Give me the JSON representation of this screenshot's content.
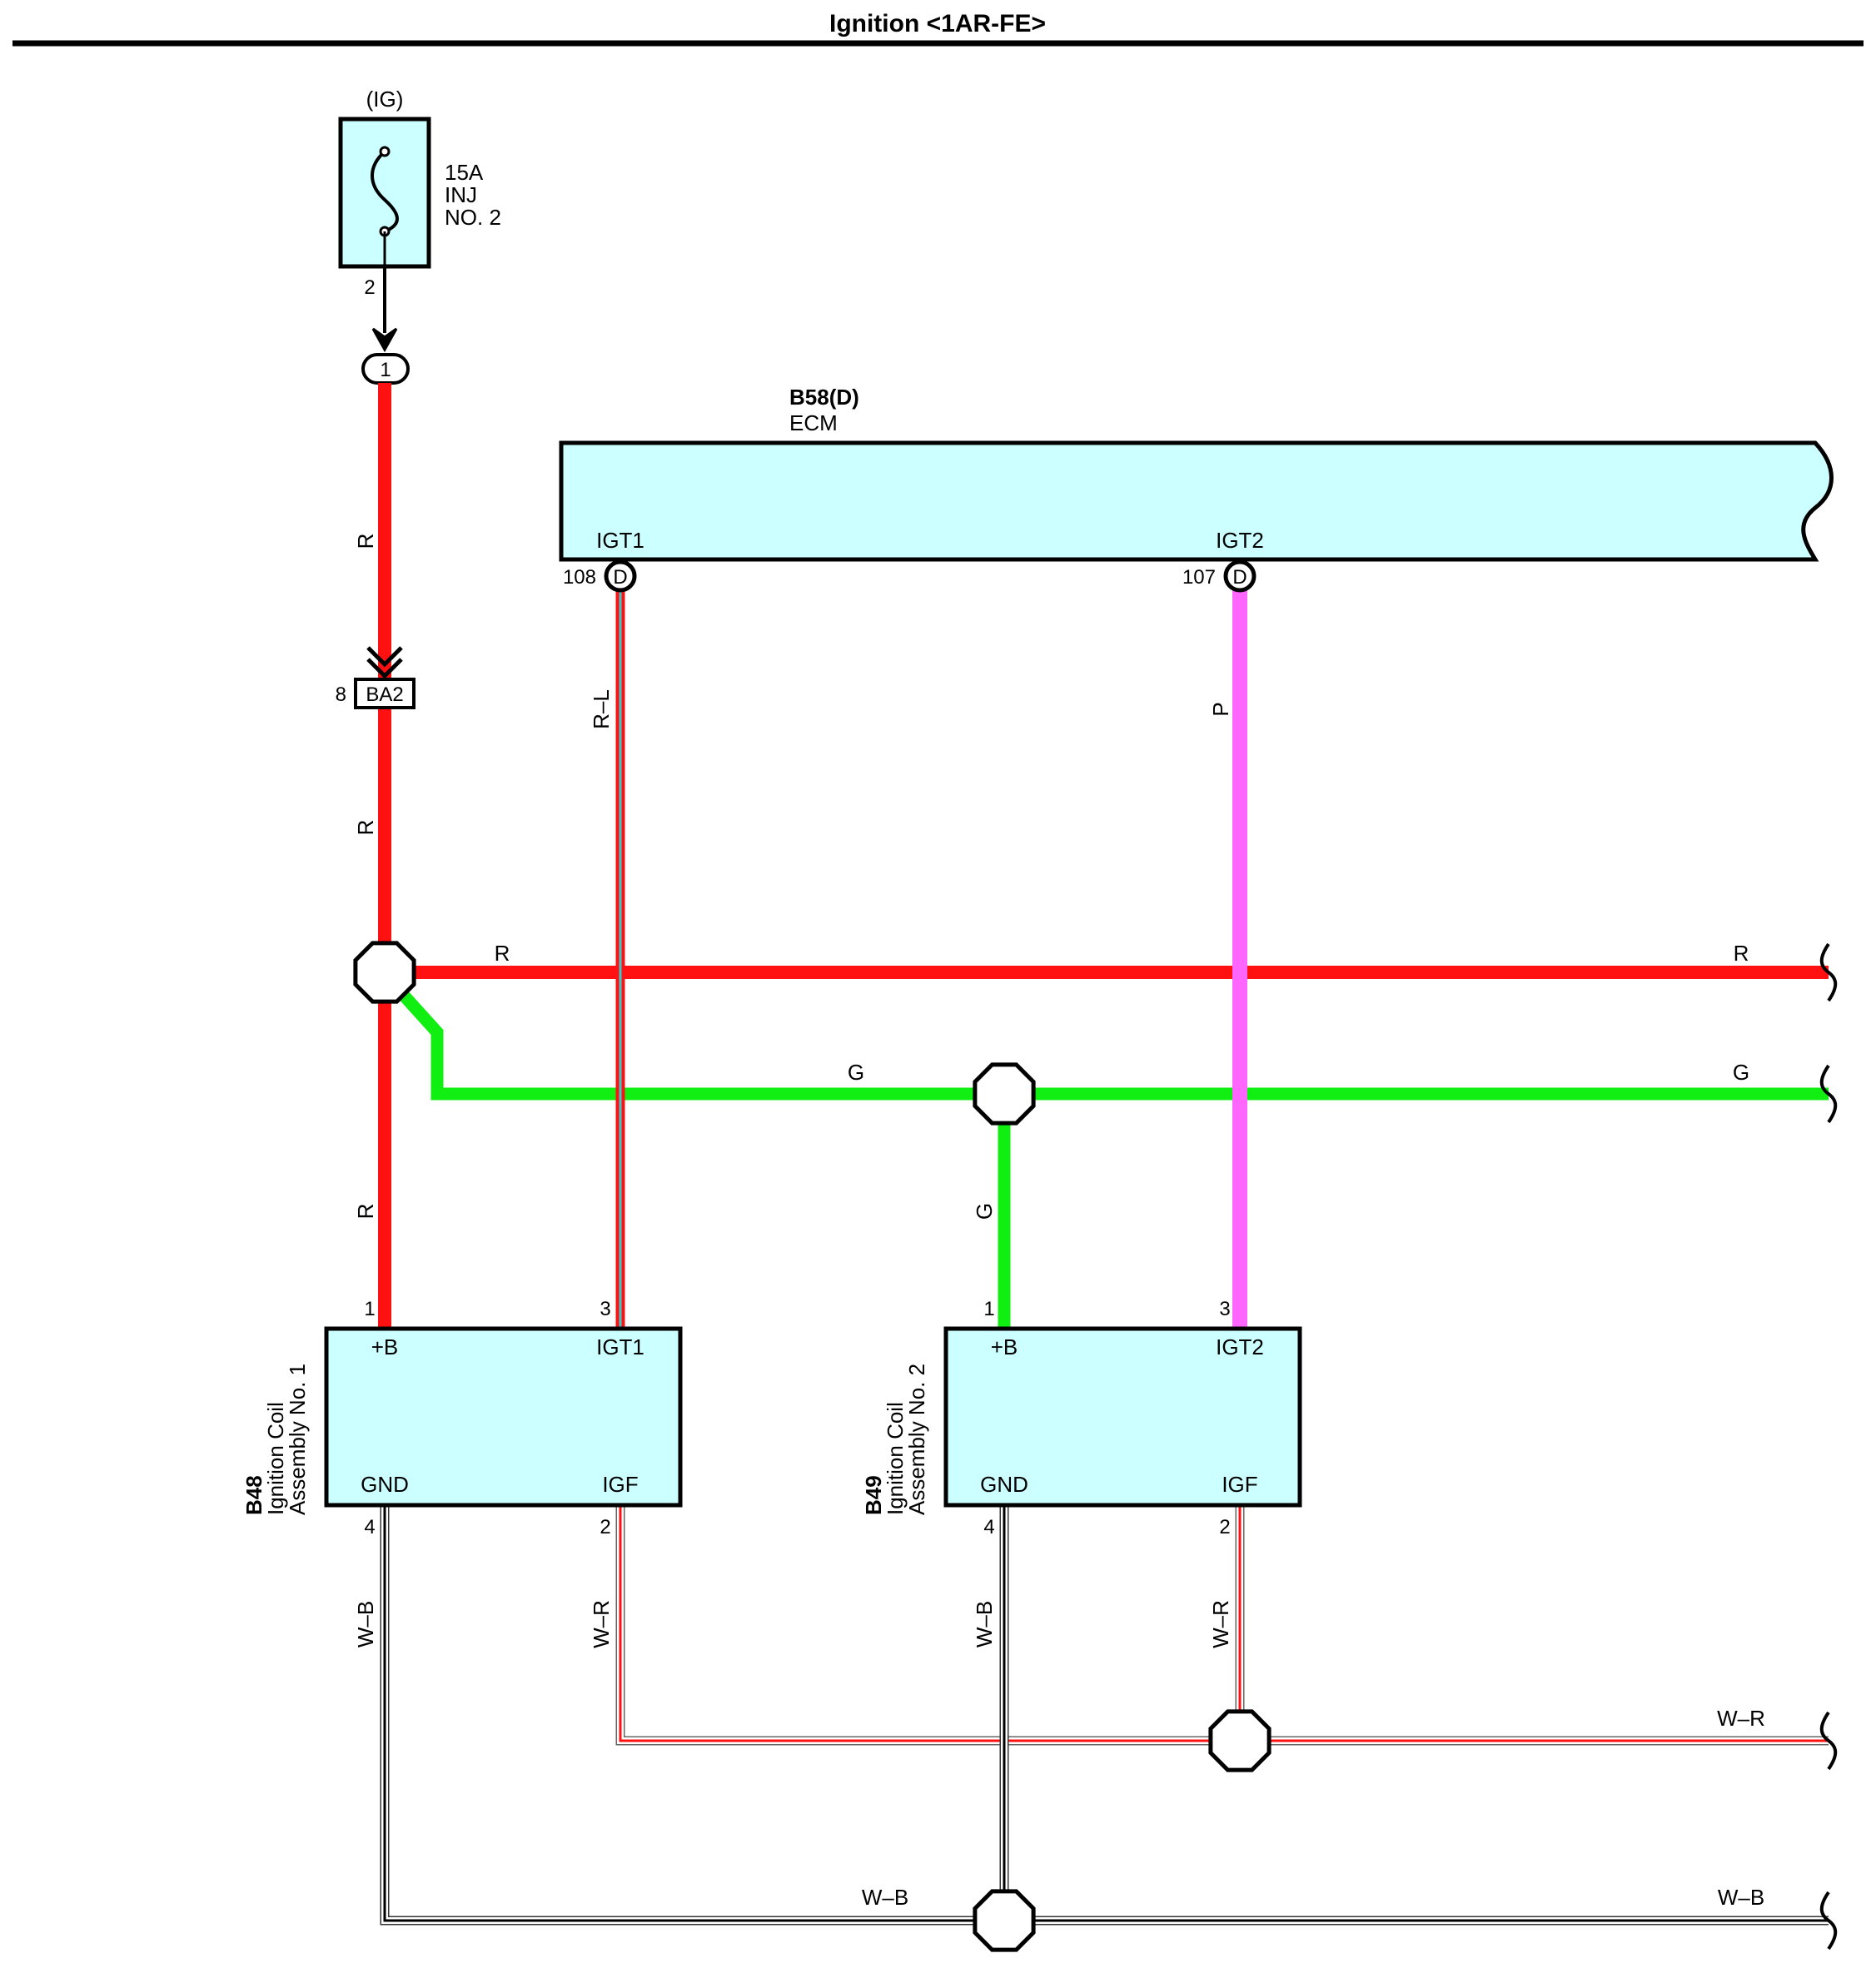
{
  "title": "Ignition <1AR-FE>",
  "colors": {
    "box_fill": "#ccffff",
    "R": "#ff1111",
    "G": "#11ee11",
    "P": "#ff66ff",
    "L": "#33cccc",
    "W": "#ffffff",
    "B": "#000000"
  },
  "fuse": {
    "header": "(IG)",
    "rating": "15A",
    "name_line1": "INJ",
    "name_line2": "NO. 2",
    "pin": "2"
  },
  "splice_1": {
    "pin": "1"
  },
  "junction_ba2": {
    "pin": "8",
    "code": "BA2"
  },
  "ecm": {
    "code": "B58(D)",
    "name": "ECM",
    "igt1_label": "IGT1",
    "igt2_label": "IGT2",
    "igt1_pin": "108",
    "igt2_pin": "107",
    "connector_letter": "D"
  },
  "coil1": {
    "code": "B48",
    "name_line1": "Ignition Coil",
    "name_line2": "Assembly No. 1",
    "plus_b": "+B",
    "igt": "IGT1",
    "gnd": "GND",
    "igf": "IGF",
    "pin_plus_b": "1",
    "pin_igt": "3",
    "pin_gnd": "4",
    "pin_igf": "2"
  },
  "coil2": {
    "code": "B49",
    "name_line1": "Ignition Coil",
    "name_line2": "Assembly No. 2",
    "plus_b": "+B",
    "igt": "IGT2",
    "gnd": "GND",
    "igf": "IGF",
    "pin_plus_b": "1",
    "pin_igt": "3",
    "pin_gnd": "4",
    "pin_igf": "2"
  },
  "wire_labels": {
    "r_fuse_to_ba2": "R",
    "r_ba2_to_splice": "R",
    "r_splice_to_coil1": "R",
    "r_bus_left": "R",
    "r_bus_right": "R",
    "g_bus_left": "G",
    "g_bus_right": "G",
    "g_to_coil2": "G",
    "rl_igt1": "R–L",
    "p_igt2": "P",
    "wb_coil1": "W–B",
    "wr_coil1": "W–R",
    "wb_coil2": "W–B",
    "wr_coil2": "W–R",
    "wr_bus_right": "W–R",
    "wb_bus_left": "W–B",
    "wb_bus_right": "W–B"
  }
}
